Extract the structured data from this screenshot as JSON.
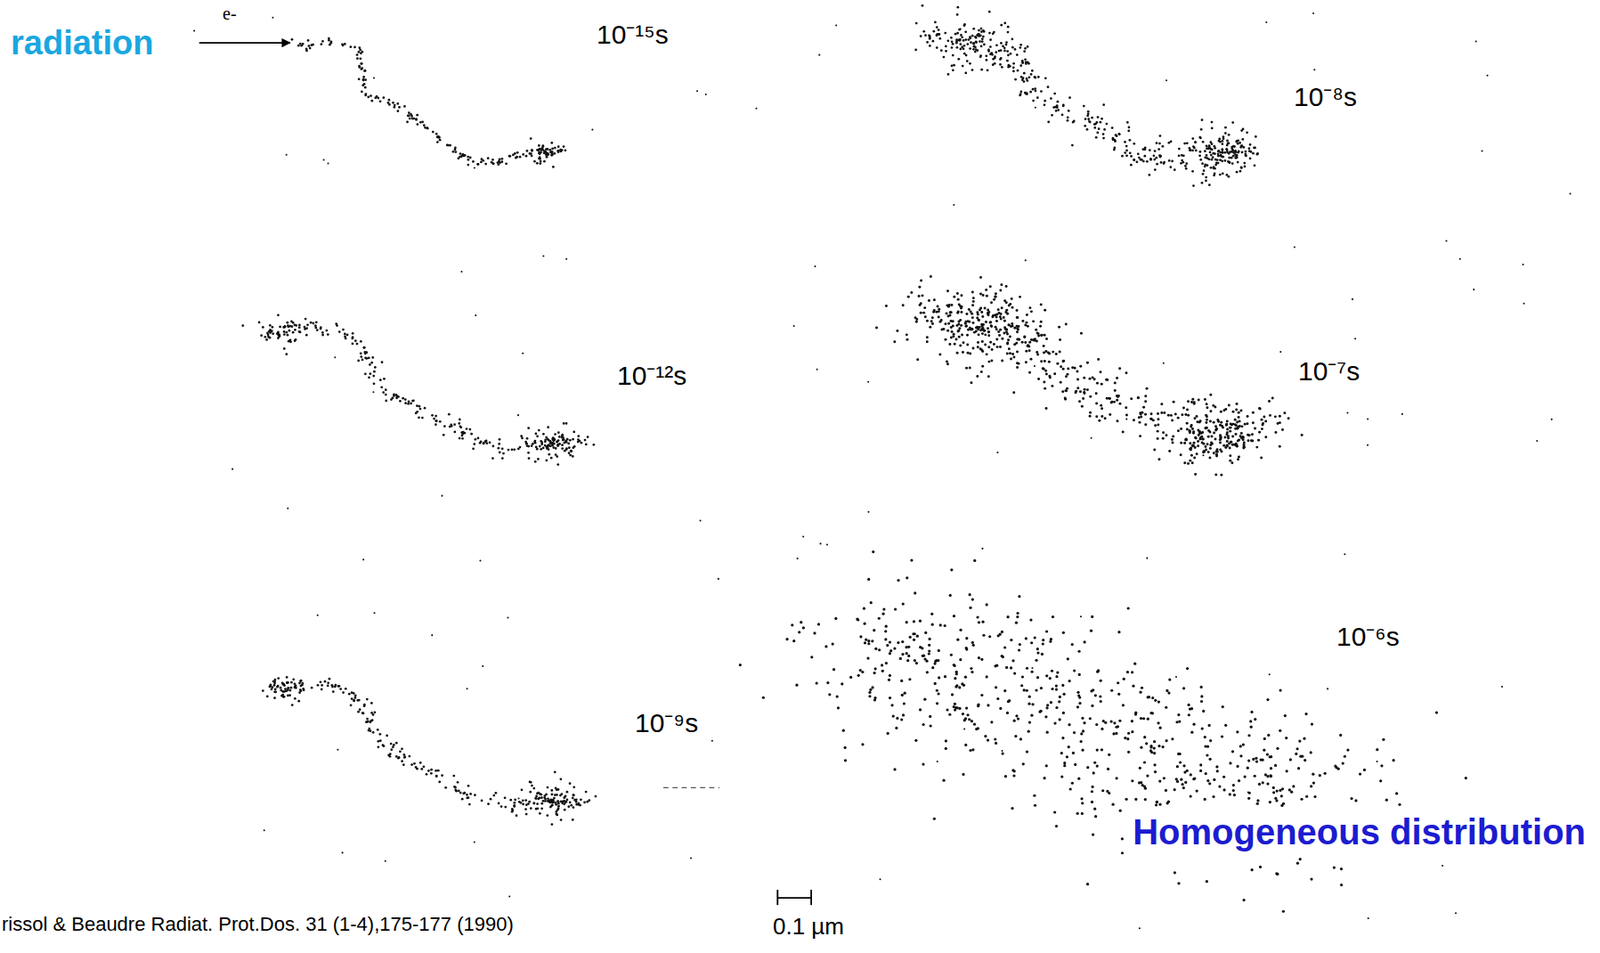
{
  "diagram": {
    "labels": [
      "radiation",
      "e-",
      "10⁻¹⁵s",
      "10⁻¹²s",
      "10⁻⁹s",
      "10⁻⁸s",
      "10⁻⁷s",
      "10⁻⁶s",
      "Homogeneous distribution",
      "rissol & Beaudre Radiat. Prot.Dos. 31 (1-4),175-177 (1990)",
      "0.1 µm"
    ]
  }
}
